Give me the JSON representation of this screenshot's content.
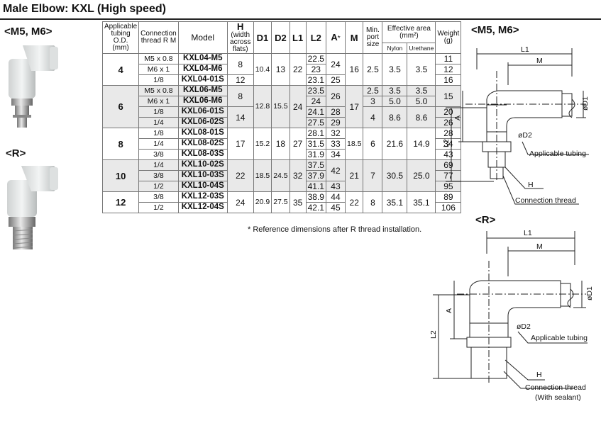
{
  "title": "Male Elbow: KXL (High speed)",
  "labels": {
    "m5m6": "<M5, M6>",
    "r": "<R>"
  },
  "headers": {
    "tubing": "Applicable tubing O.D. (mm)",
    "thread": "Connection thread R M",
    "model": "Model",
    "h_top": "H",
    "h_sub": "(width across flats)",
    "d1": "D1",
    "d2": "D2",
    "l1": "L1",
    "l2": "L2",
    "a": "A",
    "a_star": "*",
    "m": "M",
    "minport": "Min. port size",
    "effective": "Effective area (mm²)",
    "nylon": "Nylon",
    "urethane": "Urethane",
    "weight": "Weight (g)"
  },
  "rows": [
    {
      "od": "4",
      "thread": "M5 x 0.8",
      "model": "KXL04-M5",
      "h": "8",
      "d1": "10.4",
      "d2": "13",
      "l1": "22",
      "l2": "22.5",
      "a": "24",
      "m": "16",
      "port": "2.5",
      "nylon": "3.5",
      "ure": "3.5",
      "w": "11"
    },
    {
      "thread": "M6 x 1",
      "model": "KXL04-M6",
      "l2": "23",
      "w": "12"
    },
    {
      "thread": "1/8",
      "model": "KXL04-01S",
      "h": "12",
      "l2": "23.1",
      "a": "25",
      "w": "16"
    },
    {
      "od": "6",
      "thread": "M5 x 0.8",
      "model": "KXL06-M5",
      "h": "8",
      "d1": "12.8",
      "d2": "15.5",
      "l1": "24",
      "l2": "23.5",
      "a": "26",
      "m": "17",
      "port": "2.5",
      "nylon": "3.5",
      "ure": "3.5",
      "w": "15"
    },
    {
      "thread": "M6 x 1",
      "model": "KXL06-M6",
      "l2": "24",
      "port": "3",
      "nylon": "5.0",
      "ure": "5.0"
    },
    {
      "thread": "1/8",
      "model": "KXL06-01S",
      "h": "14",
      "l2": "24.1",
      "a": "28",
      "port": "4",
      "nylon": "8.6",
      "ure": "8.6",
      "w": "20"
    },
    {
      "thread": "1/4",
      "model": "KXL06-02S",
      "l2": "27.5",
      "a": "29",
      "w": "26"
    },
    {
      "od": "8",
      "thread": "1/8",
      "model": "KXL08-01S",
      "h": "17",
      "d1": "15.2",
      "d2": "18",
      "l1": "27",
      "l2": "28.1",
      "a": "32",
      "m": "18.5",
      "port": "6",
      "nylon": "21.6",
      "ure": "14.9",
      "w": "28"
    },
    {
      "thread": "1/4",
      "model": "KXL08-02S",
      "l2": "31.5",
      "a": "33",
      "w": "34"
    },
    {
      "thread": "3/8",
      "model": "KXL08-03S",
      "l2": "31.9",
      "a": "34",
      "w": "43"
    },
    {
      "od": "10",
      "thread": "1/4",
      "model": "KXL10-02S",
      "h": "22",
      "d1": "18.5",
      "d2": "24.5",
      "l1": "32",
      "l2": "37.5",
      "a": "42",
      "m": "21",
      "port": "7",
      "nylon": "30.5",
      "ure": "25.0",
      "w": "69"
    },
    {
      "thread": "3/8",
      "model": "KXL10-03S",
      "l2": "37.9",
      "w": "77"
    },
    {
      "thread": "1/2",
      "model": "KXL10-04S",
      "l2": "41.1",
      "a": "43",
      "w": "95"
    },
    {
      "od": "12",
      "thread": "3/8",
      "model": "KXL12-03S",
      "h": "24",
      "d1": "20.9",
      "d2": "27.5",
      "l1": "35",
      "l2": "38.9",
      "a": "44",
      "m": "22",
      "port": "8",
      "nylon": "35.1",
      "ure": "35.1",
      "w": "89"
    },
    {
      "thread": "1/2",
      "model": "KXL12-04S",
      "l2": "42.1",
      "a": "45",
      "w": "106"
    }
  ],
  "footnote": "* Reference dimensions after R thread installation.",
  "drawing_labels": {
    "l1": "L1",
    "m": "M",
    "d1": "øD1",
    "d2": "øD2",
    "a": "A",
    "l2": "L2",
    "h": "H",
    "tubing": "Applicable tubing",
    "thread": "Connection thread",
    "sealant": "(With sealant)"
  }
}
